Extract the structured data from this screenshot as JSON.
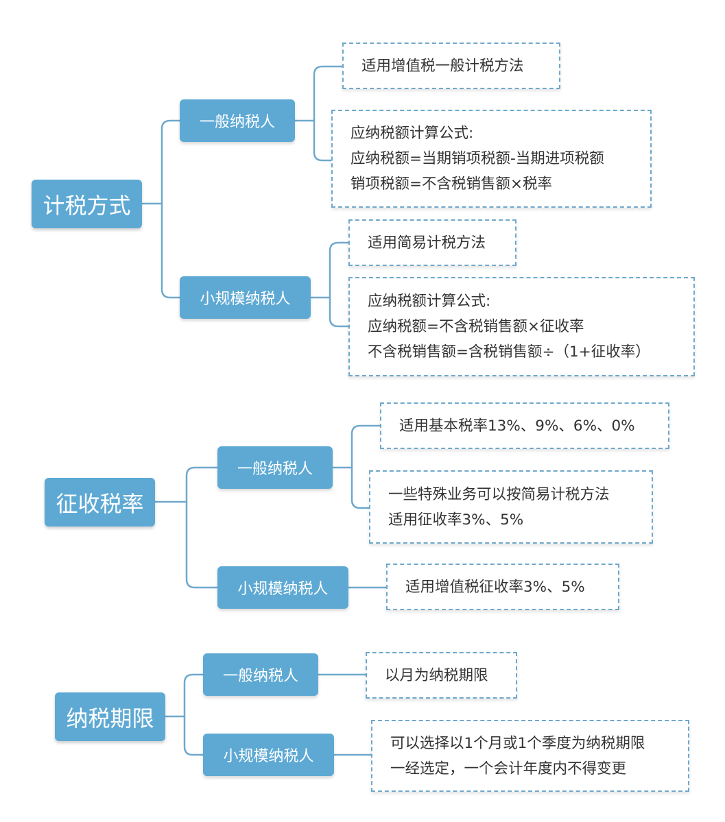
{
  "colors": {
    "node_fill": "#5ea9d4",
    "connector": "#6fa8cc",
    "leaf_border": "#6fa8cc",
    "leaf_text": "#333333"
  },
  "sections": [
    {
      "title": "计税方式",
      "branches": [
        {
          "label": "一般纳税人",
          "leaves": [
            {
              "lines": [
                "适用增值税一般计税方法"
              ]
            },
            {
              "lines": [
                "应纳税额计算公式:",
                "应纳税额=当期销项税额-当期进项税额",
                "销项税额=不含税销售额×税率"
              ]
            }
          ]
        },
        {
          "label": "小规模纳税人",
          "leaves": [
            {
              "lines": [
                "适用简易计税方法"
              ]
            },
            {
              "lines": [
                "应纳税额计算公式:",
                "应纳税额=不含税销售额×征收率",
                "不含税销售额=含税销售额÷（1+征收率）"
              ]
            }
          ]
        }
      ]
    },
    {
      "title": "征收税率",
      "branches": [
        {
          "label": "一般纳税人",
          "leaves": [
            {
              "lines": [
                "适用基本税率13%、9%、6%、0%"
              ]
            },
            {
              "lines": [
                "一些特殊业务可以按简易计税方法",
                "适用征收率3%、5%"
              ]
            }
          ]
        },
        {
          "label": "小规模纳税人",
          "leaves": [
            {
              "lines": [
                "适用增值税征收率3%、5%"
              ]
            }
          ]
        }
      ]
    },
    {
      "title": "纳税期限",
      "branches": [
        {
          "label": "一般纳税人",
          "leaves": [
            {
              "lines": [
                "以月为纳税期限"
              ]
            }
          ]
        },
        {
          "label": "小规模纳税人",
          "leaves": [
            {
              "lines": [
                "可以选择以1个月或1个季度为纳税期限",
                "一经选定，一个会计年度内不得变更"
              ]
            }
          ]
        }
      ]
    }
  ]
}
